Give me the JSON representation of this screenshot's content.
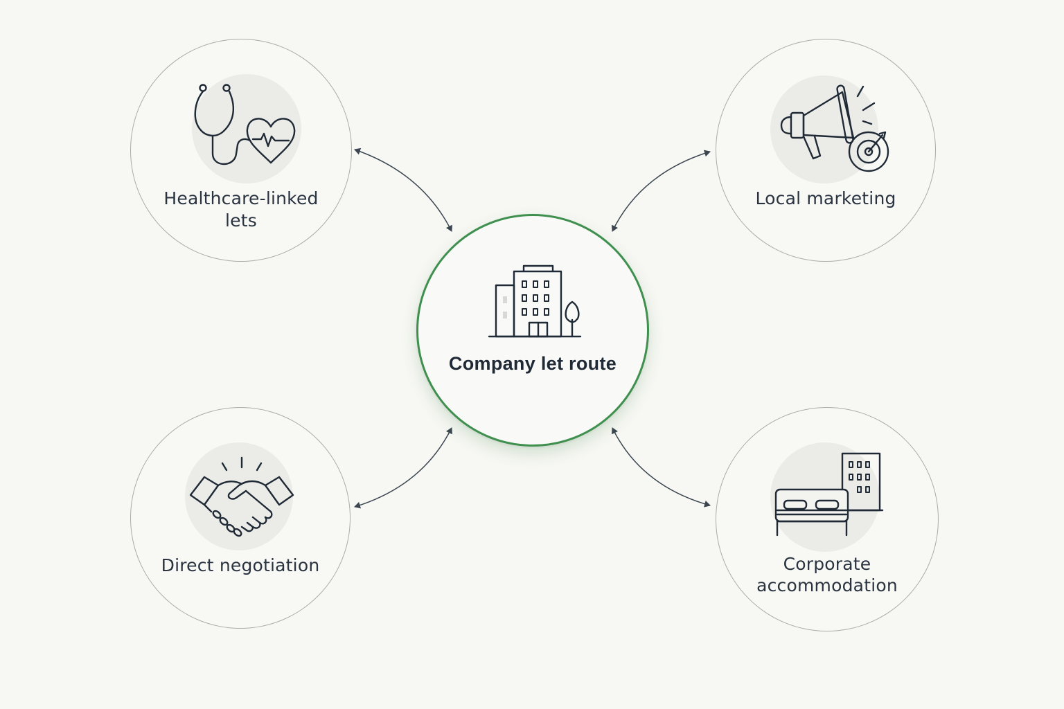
{
  "center": {
    "label": "Company let route",
    "icon": "office-building-icon",
    "accent_color": "#3f8f4f"
  },
  "satellites": [
    {
      "id": "healthcare",
      "label_line1": "Healthcare-linked",
      "label_line2": "lets",
      "icon": "stethoscope-heart-icon"
    },
    {
      "id": "marketing",
      "label_line1": "Local marketing",
      "label_line2": "",
      "icon": "megaphone-target-icon"
    },
    {
      "id": "negotiation",
      "label_line1": "Direct negotiation",
      "label_line2": "",
      "icon": "handshake-icon"
    },
    {
      "id": "corporate",
      "label_line1": "Corporate",
      "label_line2": "accommodation",
      "icon": "bed-building-icon"
    }
  ],
  "connector_style": "bidirectional-arrow",
  "colors": {
    "background": "#f7f7f3",
    "node_border": "#a9aca8",
    "icon_stroke": "#1f2a36",
    "connector": "#3b4650"
  }
}
